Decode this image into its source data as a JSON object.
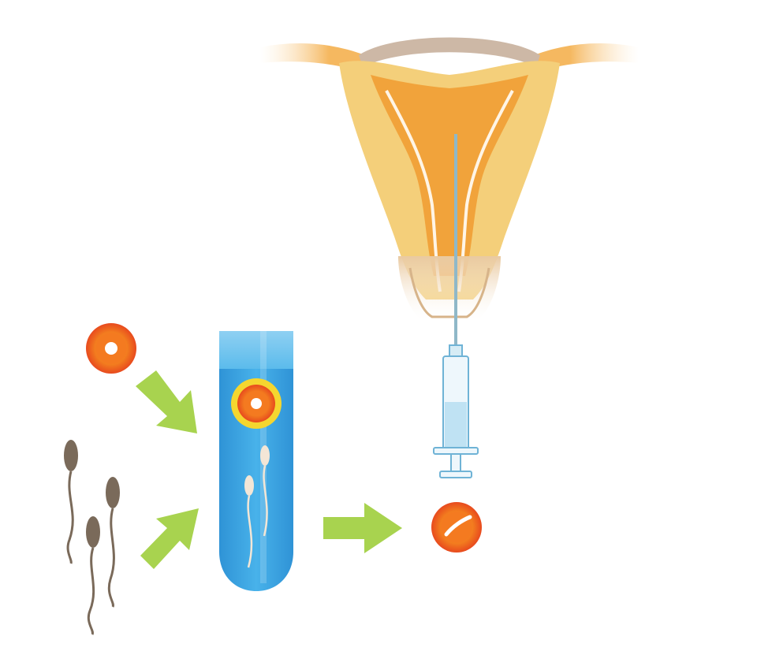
{
  "illustration": {
    "stages": [
      {
        "id": "egg",
        "icon": "egg-cell-icon"
      },
      {
        "id": "sperm",
        "icon": "sperm-cells-icon"
      },
      {
        "id": "test-tube",
        "icon": "test-tube-icon"
      },
      {
        "id": "embryo",
        "icon": "fertilized-egg-icon"
      },
      {
        "id": "syringe",
        "icon": "syringe-icon"
      },
      {
        "id": "uterus",
        "icon": "uterus-icon"
      }
    ],
    "colors": {
      "arrow": "#a8d34f",
      "tube": "#3aa6e0",
      "egg": "#e8501f",
      "uterus": "#f0a030",
      "sperm": "#7a6a5a"
    }
  }
}
